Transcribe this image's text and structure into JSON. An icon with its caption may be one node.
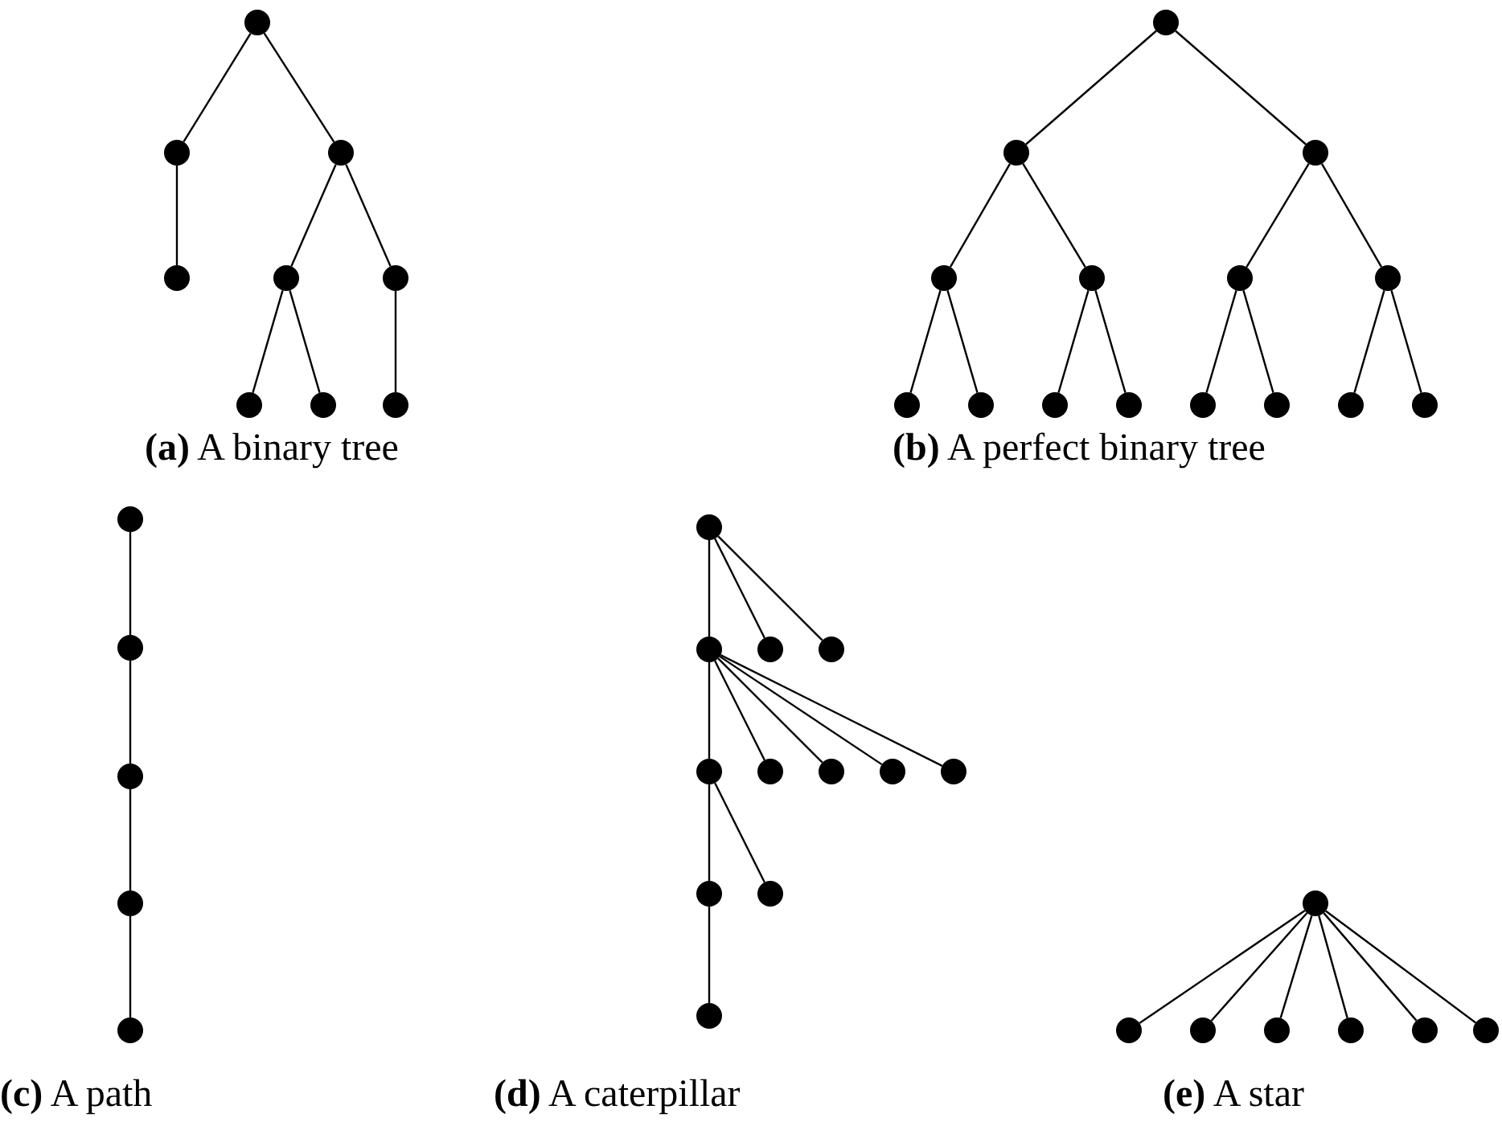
{
  "diagram": {
    "nodes": [
      {
        "text": [],
        "shape": "circle"
      },
      {
        "text": [],
        "shape": "circle"
      },
      {
        "text": [],
        "shape": "circle"
      },
      {
        "text": [],
        "shape": "circle"
      },
      {
        "text": [],
        "shape": "circle"
      },
      {
        "text": [],
        "shape": "circle"
      },
      {
        "text": [],
        "shape": "circle"
      },
      {
        "text": [],
        "shape": "circle"
      },
      {
        "text": [],
        "shape": "circle"
      },
      {
        "text": [],
        "shape": "circle"
      },
      {
        "text": [],
        "shape": "circle"
      },
      {
        "text": [],
        "shape": "circle"
      },
      {
        "text": [],
        "shape": "circle"
      },
      {
        "text": [],
        "shape": "circle"
      },
      {
        "text": [],
        "shape": "circle"
      },
      {
        "text": [],
        "shape": "circle"
      },
      {
        "text": [],
        "shape": "circle"
      },
      {
        "text": [],
        "shape": "circle"
      },
      {
        "text": [],
        "shape": "circle"
      },
      {
        "text": [],
        "shape": "circle"
      },
      {
        "text": [],
        "shape": "circle"
      },
      {
        "text": [],
        "shape": "circle"
      },
      {
        "text": [],
        "shape": "circle"
      },
      {
        "text": [],
        "shape": "circle"
      },
      {
        "text": [],
        "shape": "circle"
      },
      {
        "text": [],
        "shape": "circle"
      },
      {
        "text": [],
        "shape": "circle"
      },
      {
        "text": [],
        "shape": "circle"
      },
      {
        "text": [],
        "shape": "circle"
      },
      {
        "text": [],
        "shape": "circle"
      },
      {
        "text": [],
        "shape": "circle"
      },
      {
        "text": [],
        "shape": "circle"
      },
      {
        "text": [],
        "shape": "circle"
      },
      {
        "text": [],
        "shape": "circle"
      },
      {
        "text": [],
        "shape": "circle"
      },
      {
        "text": [],
        "shape": "circle"
      },
      {
        "text": [],
        "shape": "circle"
      },
      {
        "text": [],
        "shape": "circle"
      },
      {
        "text": [],
        "shape": "circle"
      },
      {
        "text": [],
        "shape": "circle"
      },
      {
        "text": [],
        "shape": "circle"
      },
      {
        "text": [],
        "shape": "circle"
      },
      {
        "text": [],
        "shape": "circle"
      },
      {
        "text": [],
        "shape": "circle"
      },
      {
        "text": [],
        "shape": "circle"
      },
      {
        "text": [],
        "shape": "circle"
      },
      {
        "text": [],
        "shape": "circle"
      },
      {
        "text": [],
        "shape": "circle"
      }
    ],
    "edges": [
      {
        "from": 0,
        "to": 1,
        "arrow": "none"
      },
      {
        "from": 0,
        "to": 2,
        "arrow": "none"
      },
      {
        "from": 1,
        "to": 3,
        "arrow": "none"
      },
      {
        "from": 2,
        "to": 4,
        "arrow": "none"
      },
      {
        "from": 2,
        "to": 5,
        "arrow": "none"
      },
      {
        "from": 4,
        "to": 6,
        "arrow": "none"
      },
      {
        "from": 4,
        "to": 7,
        "arrow": "none"
      },
      {
        "from": 5,
        "to": 8,
        "arrow": "none"
      },
      {
        "from": 9,
        "to": 10,
        "arrow": "none"
      },
      {
        "from": 9,
        "to": 11,
        "arrow": "none"
      },
      {
        "from": 10,
        "to": 12,
        "arrow": "none"
      },
      {
        "from": 10,
        "to": 13,
        "arrow": "none"
      },
      {
        "from": 11,
        "to": 14,
        "arrow": "none"
      },
      {
        "from": 11,
        "to": 15,
        "arrow": "none"
      },
      {
        "from": 12,
        "to": 16,
        "arrow": "none"
      },
      {
        "from": 12,
        "to": 17,
        "arrow": "none"
      },
      {
        "from": 13,
        "to": 18,
        "arrow": "none"
      },
      {
        "from": 13,
        "to": 19,
        "arrow": "none"
      },
      {
        "from": 14,
        "to": 20,
        "arrow": "none"
      },
      {
        "from": 14,
        "to": 21,
        "arrow": "none"
      },
      {
        "from": 15,
        "to": 22,
        "arrow": "none"
      },
      {
        "from": 15,
        "to": 23,
        "arrow": "none"
      },
      {
        "from": 24,
        "to": 25,
        "arrow": "none"
      },
      {
        "from": 25,
        "to": 26,
        "arrow": "none"
      },
      {
        "from": 26,
        "to": 27,
        "arrow": "none"
      },
      {
        "from": 27,
        "to": 28,
        "arrow": "none"
      },
      {
        "from": 29,
        "to": 30,
        "arrow": "none"
      },
      {
        "from": 29,
        "to": 31,
        "arrow": "none"
      },
      {
        "from": 29,
        "to": 32,
        "arrow": "none"
      },
      {
        "from": 30,
        "to": 33,
        "arrow": "none"
      },
      {
        "from": 30,
        "to": 34,
        "arrow": "none"
      },
      {
        "from": 30,
        "to": 35,
        "arrow": "none"
      },
      {
        "from": 30,
        "to": 36,
        "arrow": "none"
      },
      {
        "from": 30,
        "to": 37,
        "arrow": "none"
      },
      {
        "from": 33,
        "to": 38,
        "arrow": "none"
      },
      {
        "from": 33,
        "to": 39,
        "arrow": "none"
      },
      {
        "from": 38,
        "to": 40,
        "arrow": "none"
      },
      {
        "from": 41,
        "to": 42,
        "arrow": "none"
      },
      {
        "from": 41,
        "to": 43,
        "arrow": "none"
      },
      {
        "from": 41,
        "to": 44,
        "arrow": "none"
      },
      {
        "from": 41,
        "to": 45,
        "arrow": "none"
      },
      {
        "from": 41,
        "to": 46,
        "arrow": "none"
      },
      {
        "from": 41,
        "to": 47,
        "arrow": "none"
      }
    ],
    "labels": [
      "**(a)** A binary tree",
      "**(b)** A perfect binary tree",
      "**(c)** A path",
      "**(d)** A caterpillar",
      "**(e)** A star"
    ]
  }
}
